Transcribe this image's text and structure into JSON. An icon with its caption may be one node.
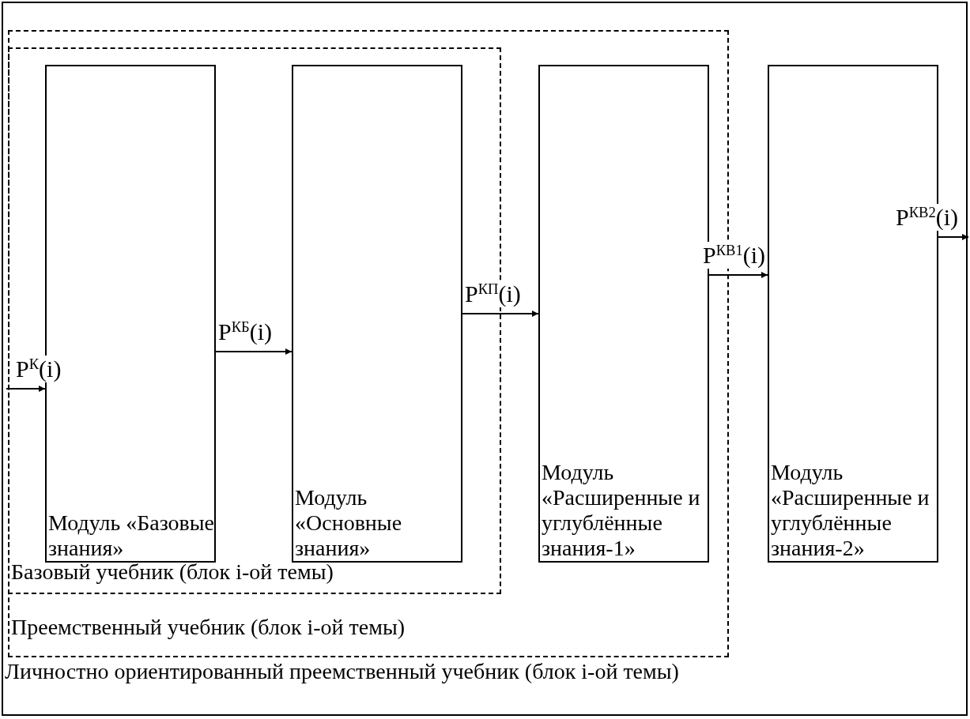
{
  "diagram": {
    "nodes": [
      {
        "text": [
          "Личностно ориентированный преемственный учебник (блок i-ой темы)"
        ]
      },
      {
        "text": [
          "Преемственный учебник (блок i-ой темы)"
        ],
        "in": 0
      },
      {
        "text": [
          "Базовый учебник (блок i-ой темы)"
        ],
        "in": 1
      },
      {
        "text": [
          "Модуль «Базовые знания»"
        ],
        "in": 2
      },
      {
        "text": [
          "Модуль «Основные знания»"
        ],
        "in": 2
      },
      {
        "text": [
          "Модуль «Расширенные и углублённые знания-1»"
        ],
        "in": 1
      },
      {
        "text": [
          "Модуль «Расширенные и углублённые знания-2»"
        ],
        "in": 0
      }
    ],
    "edges": [
      {
        "from": null,
        "to": 3,
        "arrow": "to",
        "label": "P$^{К}$(i)"
      },
      {
        "from": 3,
        "to": 4,
        "arrow": "to",
        "label": "P$^{КБ}$(i)"
      },
      {
        "from": 4,
        "to": 5,
        "arrow": "to",
        "label": "P$^{КП}$(i)"
      },
      {
        "from": 5,
        "to": 6,
        "arrow": "to",
        "label": "P$^{КВ1}$(i)"
      },
      {
        "from": 6,
        "to": null,
        "arrow": "to",
        "label": "P$^{КВ2}$(i)"
      }
    ]
  }
}
